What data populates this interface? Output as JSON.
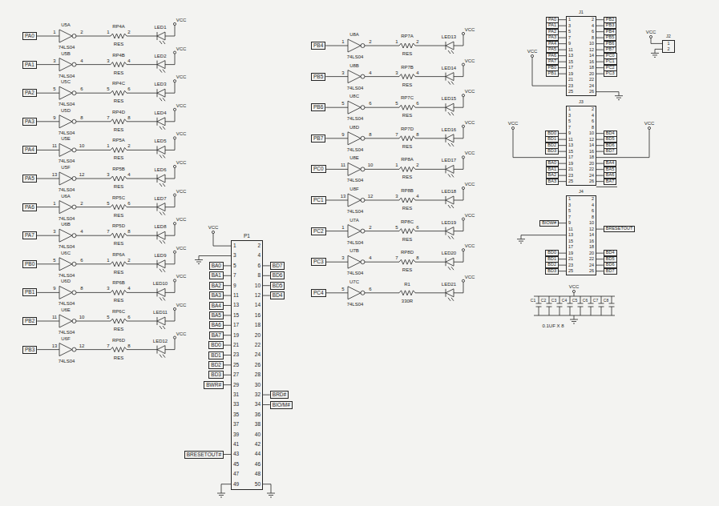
{
  "diagram": {
    "nodes": [
      {
        "text": [
          "PA0"
        ]
      },
      {
        "text": [
          "PA1"
        ]
      },
      {
        "text": [
          "PA2"
        ]
      },
      {
        "text": [
          "PA3"
        ]
      },
      {
        "text": [
          "PA4"
        ]
      },
      {
        "text": [
          "PA5"
        ]
      },
      {
        "text": [
          "PA6"
        ]
      },
      {
        "text": [
          "PA7"
        ]
      },
      {
        "text": [
          "PB0"
        ]
      },
      {
        "text": [
          "PB1"
        ]
      },
      {
        "text": [
          "PB2"
        ]
      },
      {
        "text": [
          "PB3"
        ]
      },
      {
        "text": [
          "PB4"
        ]
      },
      {
        "text": [
          "PB5"
        ]
      },
      {
        "text": [
          "PB6"
        ]
      },
      {
        "text": [
          "PB7"
        ]
      },
      {
        "text": [
          "PC0"
        ]
      },
      {
        "text": [
          "PC1"
        ]
      },
      {
        "text": [
          "PC2"
        ]
      },
      {
        "text": [
          "PC3"
        ]
      },
      {
        "text": [
          "PC4"
        ]
      },
      {
        "text": [
          "J1",
          "1",
          "2",
          "3",
          "4",
          "5",
          "6",
          "7",
          "8",
          "9",
          "10",
          "11",
          "12",
          "13",
          "14",
          "15",
          "16",
          "17",
          "18",
          "19",
          "20",
          "21",
          "22",
          "23",
          "24",
          "25",
          "26"
        ]
      },
      {
        "text": [
          "PA0"
        ]
      },
      {
        "text": [
          "PA1"
        ]
      },
      {
        "text": [
          "PA2"
        ]
      },
      {
        "text": [
          "PA3"
        ]
      },
      {
        "text": [
          "PA4"
        ]
      },
      {
        "text": [
          "PA5"
        ]
      },
      {
        "text": [
          "PA6"
        ]
      },
      {
        "text": [
          "PA7"
        ]
      },
      {
        "text": [
          "PB0"
        ]
      },
      {
        "text": [
          "PB1"
        ]
      },
      {
        "text": [
          "PB2"
        ]
      },
      {
        "text": [
          "PB3"
        ]
      },
      {
        "text": [
          "PB4"
        ]
      },
      {
        "text": [
          "PB5"
        ]
      },
      {
        "text": [
          "PB6"
        ]
      },
      {
        "text": [
          "PB7"
        ]
      },
      {
        "text": [
          "PC0"
        ]
      },
      {
        "text": [
          "PC1"
        ]
      },
      {
        "text": [
          "PC2"
        ]
      },
      {
        "text": [
          "PC3"
        ]
      },
      {
        "text": [
          "J2",
          "1",
          "2"
        ]
      },
      {
        "text": [
          "J3",
          "1",
          "2",
          "3",
          "4",
          "5",
          "6",
          "7",
          "8",
          "9",
          "10",
          "11",
          "12",
          "13",
          "14",
          "15",
          "16",
          "17",
          "18",
          "19",
          "20",
          "21",
          "22",
          "23",
          "24",
          "25",
          "26"
        ]
      },
      {
        "text": [
          "BD0"
        ]
      },
      {
        "text": [
          "BD1"
        ]
      },
      {
        "text": [
          "BD2"
        ]
      },
      {
        "text": [
          "BD3"
        ]
      },
      {
        "text": [
          "BD4"
        ]
      },
      {
        "text": [
          "BD5"
        ]
      },
      {
        "text": [
          "BD6"
        ]
      },
      {
        "text": [
          "BD7"
        ]
      },
      {
        "text": [
          "BA0"
        ]
      },
      {
        "text": [
          "BA1"
        ]
      },
      {
        "text": [
          "BA2"
        ]
      },
      {
        "text": [
          "BA3"
        ]
      },
      {
        "text": [
          "BA4"
        ]
      },
      {
        "text": [
          "BA5"
        ]
      },
      {
        "text": [
          "BA6"
        ]
      },
      {
        "text": [
          "BA7"
        ]
      },
      {
        "text": [
          "J4",
          "1",
          "2",
          "3",
          "4",
          "5",
          "6",
          "7",
          "8",
          "9",
          "10",
          "11",
          "12",
          "13",
          "14",
          "15",
          "16",
          "17",
          "18",
          "19",
          "20",
          "21",
          "22",
          "23",
          "24",
          "25",
          "26"
        ]
      },
      {
        "text": [
          "BIOW#"
        ]
      },
      {
        "text": [
          "BRESETOUT"
        ]
      },
      {
        "text": [
          "BD0"
        ]
      },
      {
        "text": [
          "BD1"
        ]
      },
      {
        "text": [
          "BD2"
        ]
      },
      {
        "text": [
          "BD3"
        ]
      },
      {
        "text": [
          "BD4"
        ]
      },
      {
        "text": [
          "BD5"
        ]
      },
      {
        "text": [
          "BD6"
        ]
      },
      {
        "text": [
          "BD7"
        ]
      },
      {
        "text": [
          "P1",
          "1",
          "2",
          "3",
          "4",
          "5",
          "6",
          "7",
          "8",
          "9",
          "10",
          "11",
          "12",
          "13",
          "14",
          "15",
          "16",
          "17",
          "18",
          "19",
          "20",
          "21",
          "22",
          "23",
          "24",
          "25",
          "26",
          "27",
          "28",
          "29",
          "30",
          "31",
          "32",
          "33",
          "34",
          "35",
          "36",
          "37",
          "38",
          "39",
          "40",
          "41",
          "42",
          "43",
          "44",
          "45",
          "46",
          "47",
          "48",
          "49",
          "50"
        ]
      },
      {
        "text": [
          "BA0"
        ]
      },
      {
        "text": [
          "BA1"
        ]
      },
      {
        "text": [
          "BA2"
        ]
      },
      {
        "text": [
          "BA3"
        ]
      },
      {
        "text": [
          "BA4"
        ]
      },
      {
        "text": [
          "BA5"
        ]
      },
      {
        "text": [
          "BA6"
        ]
      },
      {
        "text": [
          "BA7"
        ]
      },
      {
        "text": [
          "BD0"
        ]
      },
      {
        "text": [
          "BD1"
        ]
      },
      {
        "text": [
          "BD2"
        ]
      },
      {
        "text": [
          "BD3"
        ]
      },
      {
        "text": [
          "BWR#"
        ]
      },
      {
        "text": [
          "BD7"
        ]
      },
      {
        "text": [
          "BD6"
        ]
      },
      {
        "text": [
          "BD5"
        ]
      },
      {
        "text": [
          "BD4"
        ]
      },
      {
        "text": [
          "BRD#"
        ]
      },
      {
        "text": [
          "BIO/M#"
        ]
      },
      {
        "text": [
          "BRESETOUT#"
        ]
      }
    ],
    "edges": [
      {
        "from": 22,
        "to": 21,
        "arrow": "none"
      },
      {
        "from": 23,
        "to": 21,
        "arrow": "none"
      },
      {
        "from": 24,
        "to": 21,
        "arrow": "none"
      },
      {
        "from": 25,
        "to": 21,
        "arrow": "none"
      },
      {
        "from": 26,
        "to": 21,
        "arrow": "none"
      },
      {
        "from": 27,
        "to": 21,
        "arrow": "none"
      },
      {
        "from": 28,
        "to": 21,
        "arrow": "none"
      },
      {
        "from": 29,
        "to": 21,
        "arrow": "none"
      },
      {
        "from": 30,
        "to": 21,
        "arrow": "none"
      },
      {
        "from": 31,
        "to": 21,
        "arrow": "none"
      },
      {
        "from": 32,
        "to": 21,
        "arrow": "none"
      },
      {
        "from": 33,
        "to": 21,
        "arrow": "none"
      },
      {
        "from": 34,
        "to": 21,
        "arrow": "none"
      },
      {
        "from": 35,
        "to": 21,
        "arrow": "none"
      },
      {
        "from": 36,
        "to": 21,
        "arrow": "none"
      },
      {
        "from": 37,
        "to": 21,
        "arrow": "none"
      },
      {
        "from": 38,
        "to": 21,
        "arrow": "none"
      },
      {
        "from": 39,
        "to": 21,
        "arrow": "none"
      },
      {
        "from": 40,
        "to": 21,
        "arrow": "none"
      },
      {
        "from": 41,
        "to": 21,
        "arrow": "none"
      },
      {
        "from": 44,
        "to": 43,
        "arrow": "none"
      },
      {
        "from": 45,
        "to": 43,
        "arrow": "none"
      },
      {
        "from": 46,
        "to": 43,
        "arrow": "none"
      },
      {
        "from": 47,
        "to": 43,
        "arrow": "none"
      },
      {
        "from": 48,
        "to": 43,
        "arrow": "none"
      },
      {
        "from": 49,
        "to": 43,
        "arrow": "none"
      },
      {
        "from": 50,
        "to": 43,
        "arrow": "none"
      },
      {
        "from": 51,
        "to": 43,
        "arrow": "none"
      },
      {
        "from": 52,
        "to": 43,
        "arrow": "none"
      },
      {
        "from": 53,
        "to": 43,
        "arrow": "none"
      },
      {
        "from": 54,
        "to": 43,
        "arrow": "none"
      },
      {
        "from": 55,
        "to": 43,
        "arrow": "none"
      },
      {
        "from": 56,
        "to": 43,
        "arrow": "none"
      },
      {
        "from": 57,
        "to": 43,
        "arrow": "none"
      },
      {
        "from": 58,
        "to": 43,
        "arrow": "none"
      },
      {
        "from": 59,
        "to": 43,
        "arrow": "none"
      },
      {
        "from": 61,
        "to": 60,
        "arrow": "none"
      },
      {
        "from": 62,
        "to": 60,
        "arrow": "none"
      },
      {
        "from": 63,
        "to": 60,
        "arrow": "none"
      },
      {
        "from": 64,
        "to": 60,
        "arrow": "none"
      },
      {
        "from": 65,
        "to": 60,
        "arrow": "none"
      },
      {
        "from": 66,
        "to": 60,
        "arrow": "none"
      },
      {
        "from": 67,
        "to": 60,
        "arrow": "none"
      },
      {
        "from": 68,
        "to": 60,
        "arrow": "none"
      },
      {
        "from": 69,
        "to": 60,
        "arrow": "none"
      },
      {
        "from": 70,
        "to": 60,
        "arrow": "none"
      },
      {
        "from": 72,
        "to": 71,
        "arrow": "none"
      },
      {
        "from": 73,
        "to": 71,
        "arrow": "none"
      },
      {
        "from": 74,
        "to": 71,
        "arrow": "none"
      },
      {
        "from": 75,
        "to": 71,
        "arrow": "none"
      },
      {
        "from": 76,
        "to": 71,
        "arrow": "none"
      },
      {
        "from": 77,
        "to": 71,
        "arrow": "none"
      },
      {
        "from": 78,
        "to": 71,
        "arrow": "none"
      },
      {
        "from": 79,
        "to": 71,
        "arrow": "none"
      },
      {
        "from": 80,
        "to": 71,
        "arrow": "none"
      },
      {
        "from": 81,
        "to": 71,
        "arrow": "none"
      },
      {
        "from": 82,
        "to": 71,
        "arrow": "none"
      },
      {
        "from": 83,
        "to": 71,
        "arrow": "none"
      },
      {
        "from": 84,
        "to": 71,
        "arrow": "none"
      },
      {
        "from": 85,
        "to": 71,
        "arrow": "none"
      },
      {
        "from": 86,
        "to": 71,
        "arrow": "none"
      },
      {
        "from": 87,
        "to": 71,
        "arrow": "none"
      },
      {
        "from": 88,
        "to": 71,
        "arrow": "none"
      },
      {
        "from": 89,
        "to": 71,
        "arrow": "none"
      },
      {
        "from": 90,
        "to": 71,
        "arrow": "none"
      },
      {
        "from": 91,
        "to": 71,
        "arrow": "none"
      }
    ],
    "labels": [
      "1",
      "U5A",
      "74LS04",
      "2",
      "RP4A",
      "1",
      "2",
      "RES",
      "LED1",
      "VCC",
      "3",
      "U5B",
      "74LS04",
      "4",
      "RP4B",
      "3",
      "4",
      "RES",
      "LED2",
      "VCC",
      "5",
      "U5C",
      "74LS04",
      "6",
      "RP4C",
      "5",
      "6",
      "RES",
      "LED3",
      "VCC",
      "9",
      "U5D",
      "74LS04",
      "8",
      "RP4D",
      "7",
      "8",
      "RES",
      "LED4",
      "VCC",
      "11",
      "U5E",
      "74LS04",
      "10",
      "RP5A",
      "1",
      "2",
      "RES",
      "LED5",
      "VCC",
      "13",
      "U5F",
      "74LS04",
      "12",
      "RP5B",
      "3",
      "4",
      "RES",
      "LED6",
      "VCC",
      "1",
      "U6A",
      "74LS04",
      "2",
      "RP5C",
      "5",
      "6",
      "RES",
      "LED7",
      "VCC",
      "3",
      "U6B",
      "74LS04",
      "4",
      "RP5D",
      "7",
      "8",
      "RES",
      "LED8",
      "VCC",
      "5",
      "U6C",
      "74LS04",
      "6",
      "RP6A",
      "1",
      "2",
      "RES",
      "LED9",
      "VCC",
      "9",
      "U6D",
      "74LS04",
      "8",
      "RP6B",
      "3",
      "4",
      "RES",
      "LED10",
      "VCC",
      "11",
      "U6E",
      "74LS04",
      "10",
      "RP6C",
      "5",
      "6",
      "RES",
      "LED11",
      "VCC",
      "13",
      "U6F",
      "74LS04",
      "12",
      "RP6D",
      "7",
      "8",
      "RES",
      "LED12",
      "VCC",
      "1",
      "U8A",
      "74LS04",
      "2",
      "RP7A",
      "1",
      "2",
      "RES",
      "LED13",
      "VCC",
      "3",
      "U8B",
      "74LS04",
      "4",
      "RP7B",
      "3",
      "4",
      "RES",
      "LED14",
      "VCC",
      "5",
      "U8C",
      "74LS04",
      "6",
      "RP7C",
      "5",
      "6",
      "RES",
      "LED15",
      "VCC",
      "9",
      "U8D",
      "74LS04",
      "8",
      "RP7D",
      "7",
      "8",
      "RES",
      "LED16",
      "VCC",
      "11",
      "U8E",
      "74LS04",
      "10",
      "RP8A",
      "1",
      "2",
      "RES",
      "LED17",
      "VCC",
      "13",
      "U8F",
      "74LS04",
      "12",
      "RP8B",
      "3",
      "4",
      "RES",
      "LED18",
      "VCC",
      "1",
      "U7A",
      "74LS04",
      "2",
      "RP8C",
      "5",
      "6",
      "RES",
      "LED19",
      "VCC",
      "3",
      "U7B",
      "74LS04",
      "4",
      "RP8D",
      "7",
      "8",
      "RES",
      "LED20",
      "VCC",
      "5",
      "U7C",
      "74LS04",
      "6",
      "R1",
      "330R",
      "LED21",
      "VCC",
      "VCC",
      "VCC",
      "VCC",
      "VCC",
      "VCC",
      "VCC",
      "C1",
      "C2",
      "C3",
      "C4",
      "C5",
      "C6",
      "C7",
      "C8",
      "0.1UF X 8"
    ]
  }
}
